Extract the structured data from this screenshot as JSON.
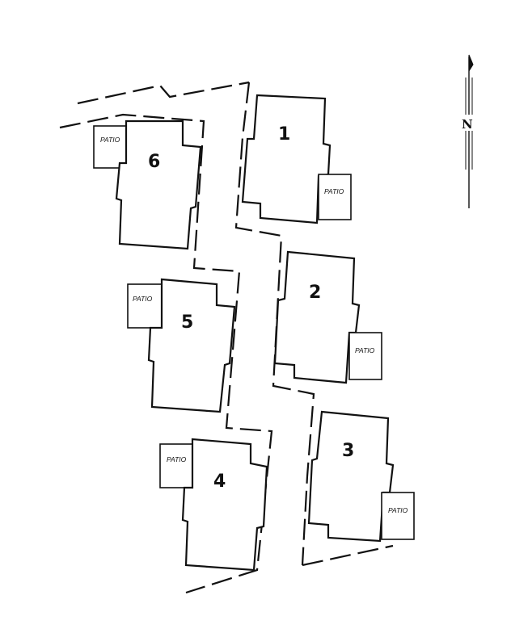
{
  "north_arrow": {
    "label": "N"
  },
  "units": [
    {
      "number": "1",
      "patio": "PATIO"
    },
    {
      "number": "2",
      "patio": "PATIO"
    },
    {
      "number": "3",
      "patio": "PATIO"
    },
    {
      "number": "4",
      "patio": "PATIO"
    },
    {
      "number": "5",
      "patio": "PATIO"
    },
    {
      "number": "6",
      "patio": "PATIO"
    }
  ]
}
